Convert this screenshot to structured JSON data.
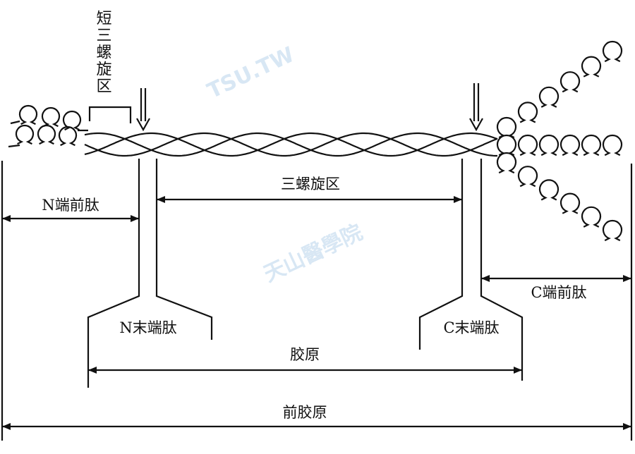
{
  "title": "前胶原结构示意图",
  "watermark": {
    "school": "天山醫學院",
    "site": "TSU.TW"
  },
  "labels": {
    "short_helix": "短三螺旋区",
    "triple_helix": "三螺旋区",
    "n_propeptide": "N端前肽",
    "n_telopeptide": "N末端肽",
    "c_telopeptide": "C末端肽",
    "c_propeptide": "C端前肽",
    "collagen": "胶原",
    "procollagen": "前胶原"
  },
  "icons": {
    "cleavage_arrow": "double-down-arrow-icon"
  }
}
